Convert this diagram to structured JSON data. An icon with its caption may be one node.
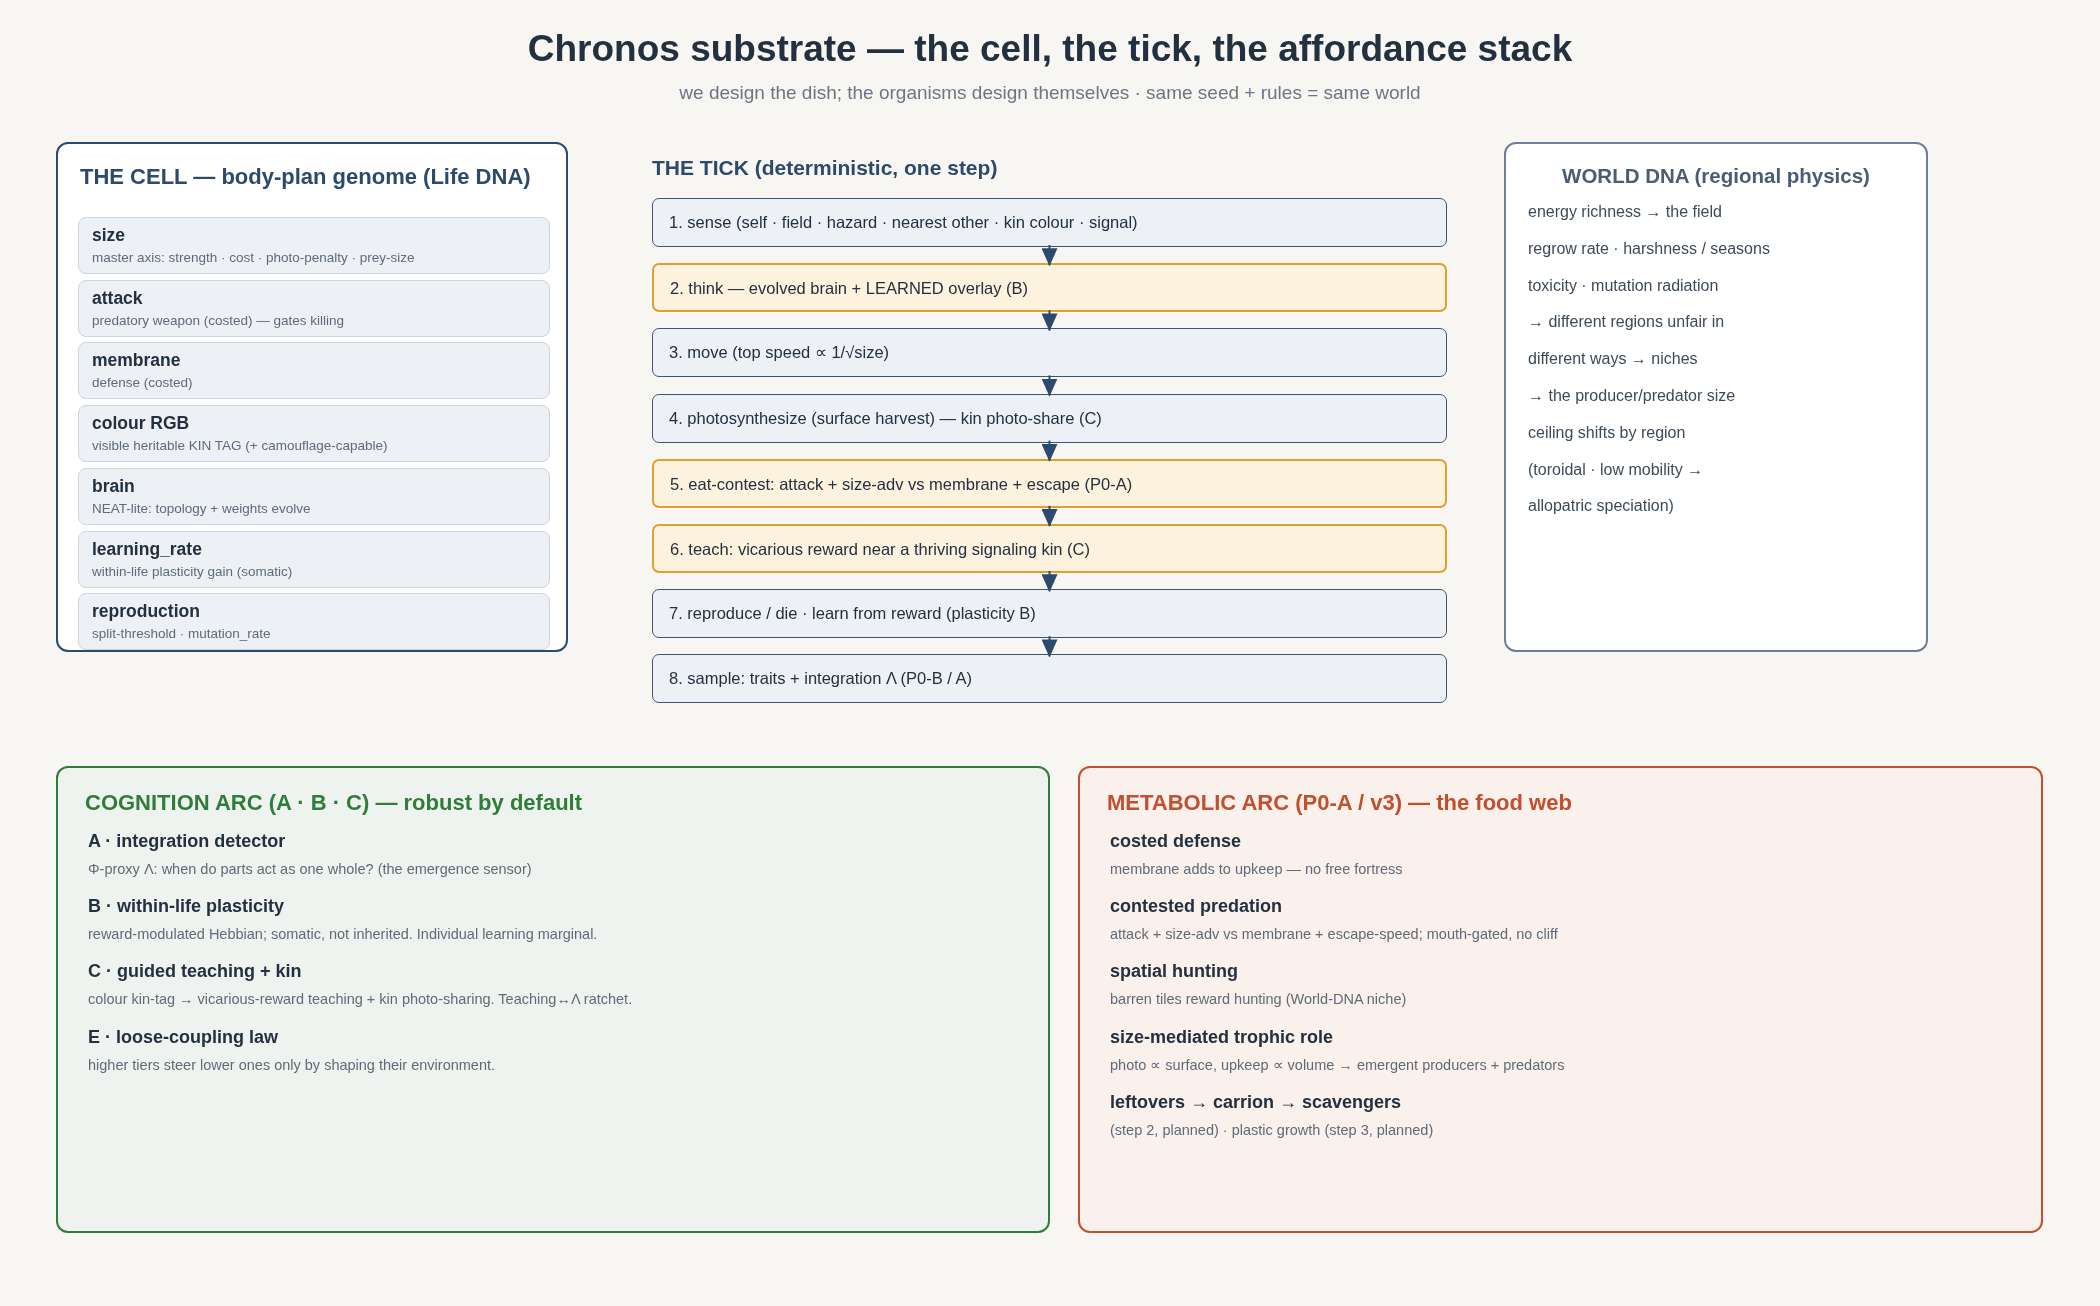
{
  "diagram": {
    "title": "Chronos substrate — the cell, the tick, the affordance stack",
    "nodes": [
      {
        "text": [
          "THE CELL — body-plan genome (Life DNA)"
        ]
      },
      {
        "text": [
          "size",
          "master axis: strength · cost · photo-penalty · prey-size"
        ],
        "in": 0
      },
      {
        "text": [
          "attack",
          "predatory weapon (costed) — gates killing"
        ],
        "in": 0
      },
      {
        "text": [
          "membrane",
          "defense (costed)"
        ],
        "in": 0
      },
      {
        "text": [
          "colour RGB",
          "visible heritable KIN TAG (+ camouflage-capable)"
        ],
        "in": 0
      },
      {
        "text": [
          "brain",
          "NEAT-lite: topology + weights evolve"
        ],
        "in": 0
      },
      {
        "text": [
          "learning_rate",
          "within-life plasticity gain (somatic)"
        ],
        "in": 0
      },
      {
        "text": [
          "reproduction",
          "split-threshold · mutation_rate"
        ],
        "in": 0
      },
      {
        "text": [
          "1. sense (self · field · hazard · nearest other · kin colour · signal)"
        ]
      },
      {
        "text": [
          "2. think — evolved brain + LEARNED overlay (B)"
        ]
      },
      {
        "text": [
          "3. move (top speed ∝ 1/√size)"
        ]
      },
      {
        "text": [
          "4. photosynthesize (surface harvest) — kin photo-share (C)"
        ]
      },
      {
        "text": [
          "5. eat-contest: attack + size-adv vs membrane + escape (P0-A)"
        ]
      },
      {
        "text": [
          "6. teach: vicarious reward near a thriving signaling kin (C)"
        ]
      },
      {
        "text": [
          "7. reproduce / die · learn from reward (plasticity B)"
        ]
      },
      {
        "text": [
          "8. sample: traits + integration Λ (P0-B / A)"
        ]
      },
      {
        "text": [
          "WORLD DNA (regional physics)",
          "energy richness → the field",
          "regrow rate · harshness / seasons",
          "toxicity · mutation radiation",
          "→ different regions unfair in",
          "different ways → niches",
          "→ the producer/predator size",
          "ceiling shifts by region",
          "(toroidal · low mobility →",
          "allopatric speciation)"
        ]
      },
      {
        "text": [
          "COGNITION ARC (A · B · C) — robust by default",
          "A · integration detector",
          "Φ-proxy Λ: when do parts act as one whole? (the emergence sensor)",
          "B · within-life plasticity",
          "reward-modulated Hebbian; somatic, not inherited. Individual learning marginal.",
          "C · guided teaching + kin",
          "colour kin-tag → vicarious-reward teaching + kin photo-sharing. Teaching↔Λ ratchet.",
          "E · loose-coupling law",
          "higher tiers steer lower ones only by shaping their environment."
        ]
      },
      {
        "text": [
          "METABOLIC ARC (P0-A / v3) — the food web",
          "costed defense",
          "membrane adds to upkeep — no free fortress",
          "contested predation",
          "attack + size-adv vs membrane + escape-speed; mouth-gated, no cliff",
          "spatial hunting",
          "barren tiles reward hunting (World-DNA niche)",
          "size-mediated trophic role",
          "photo ∝ surface, upkeep ∝ volume → emergent producers + predators",
          "leftovers → carrion → scavengers",
          "(step 2, planned) · plastic growth (step 3, planned)"
        ]
      }
    ],
    "edges": [
      {
        "from": 8,
        "to": 9,
        "arrow": "to"
      },
      {
        "from": 9,
        "to": 10,
        "arrow": "to"
      },
      {
        "from": 10,
        "to": 11,
        "arrow": "to"
      },
      {
        "from": 11,
        "to": 12,
        "arrow": "to"
      },
      {
        "from": 12,
        "to": 13,
        "arrow": "to"
      },
      {
        "from": 13,
        "to": 14,
        "arrow": "to"
      },
      {
        "from": 14,
        "to": 15,
        "arrow": "to"
      }
    ],
    "labels": [
      "we design the dish; the organisms design themselves · same seed + rules = same world",
      "THE TICK (deterministic, one step)"
    ]
  }
}
